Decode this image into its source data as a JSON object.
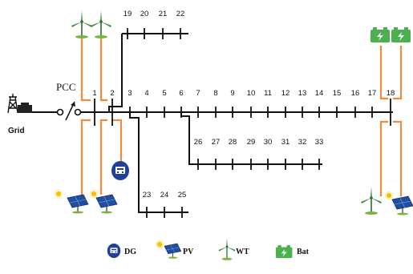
{
  "labels": {
    "pcc": "PCC",
    "grid": "Grid"
  },
  "buses": {
    "main": [
      "1",
      "2",
      "3",
      "4",
      "5",
      "6",
      "7",
      "8",
      "9",
      "10",
      "11",
      "12",
      "13",
      "14",
      "15",
      "16",
      "17",
      "18"
    ],
    "branch_top": [
      "19",
      "20",
      "21",
      "22"
    ],
    "branch_lower": [
      "23",
      "24",
      "25"
    ],
    "branch_mid": [
      "26",
      "27",
      "28",
      "29",
      "30",
      "31",
      "32",
      "33"
    ]
  },
  "legend": {
    "dg": "DG",
    "pv": "PV",
    "wt": "WT",
    "bat": "Bat"
  },
  "colors": {
    "line": "#111111",
    "connector": "#f08a3c",
    "battery": "#4caf50",
    "dg": "#1f3f99",
    "panel": "#1e4fa0",
    "sun": "#f5c400",
    "turbine": "#2e7d32"
  },
  "icons": {
    "grid": "transmission-tower-icon",
    "dg": "diesel-generator-icon",
    "pv": "solar-panel-icon",
    "wt": "wind-turbine-icon",
    "bat": "battery-icon"
  }
}
